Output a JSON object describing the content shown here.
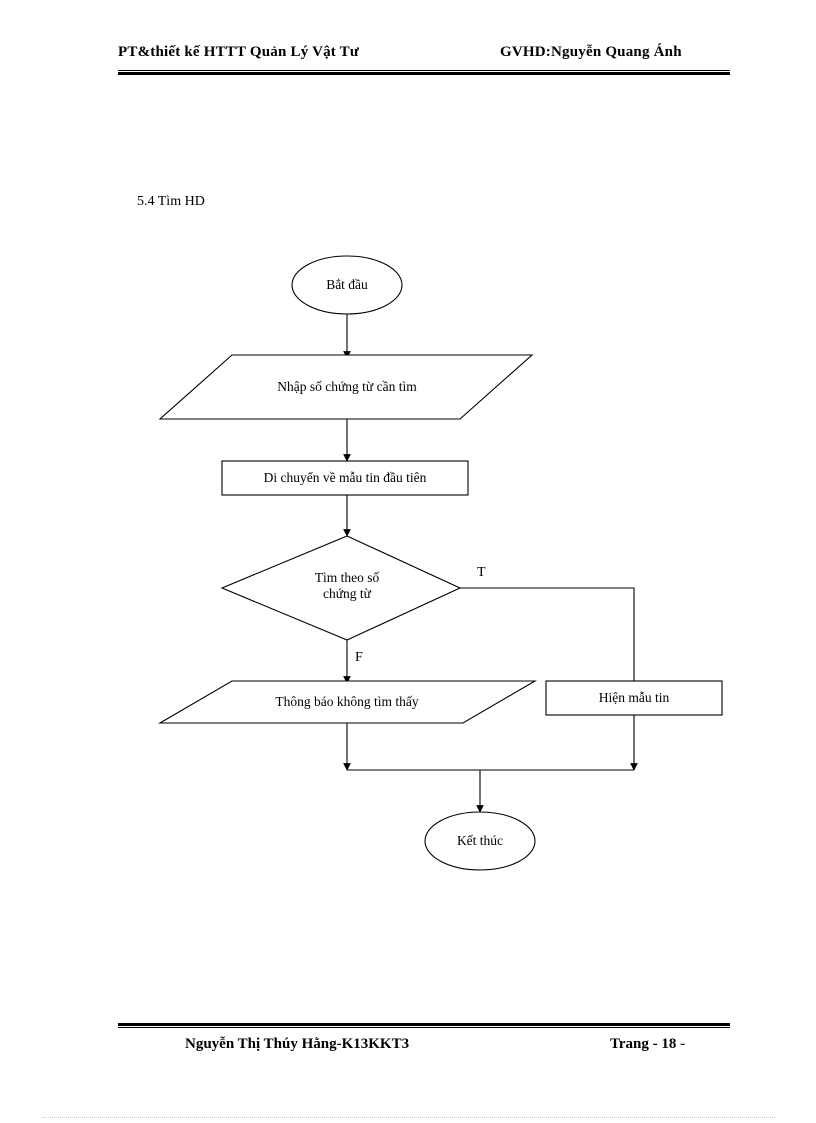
{
  "header": {
    "left": "PT&thiết kế HTTT  Quản Lý Vật Tư",
    "right": "GVHD:Nguyễn  Quang  Ánh"
  },
  "section": {
    "title": "5.4 Tìm HD"
  },
  "flowchart": {
    "nodes": [
      {
        "id": "start",
        "shape": "ellipse",
        "label": "Bắt đầu"
      },
      {
        "id": "input",
        "shape": "parallelogram",
        "label": "Nhập  số chứng từ cần tìm"
      },
      {
        "id": "process",
        "shape": "rectangle",
        "label": "Di chuyển về mẫu tin đầu tiên"
      },
      {
        "id": "decision",
        "shape": "diamond",
        "label": "Tìm theo số\nchứng từ"
      },
      {
        "id": "notfound",
        "shape": "parallelogram",
        "label": "Thông báo không tìm thấy"
      },
      {
        "id": "display",
        "shape": "rectangle",
        "label": "Hiện mẫu tin"
      },
      {
        "id": "end",
        "shape": "ellipse",
        "label": "Kết thúc"
      }
    ],
    "edge_labels": {
      "true_branch": "T",
      "false_branch": "F"
    }
  },
  "footer": {
    "left": "Nguyễn Thị Thúy Hằng-K13KKT3",
    "right": "Trang - 18 -"
  },
  "colors": {
    "ink": "#000000",
    "paper": "#ffffff"
  }
}
